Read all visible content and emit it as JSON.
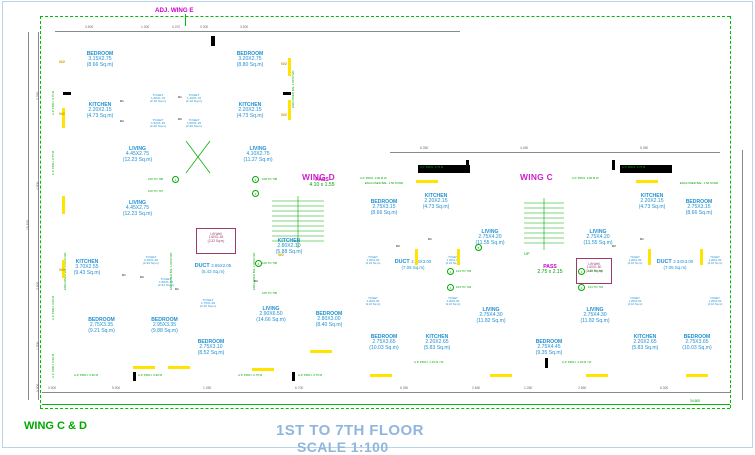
{
  "drawing": {
    "sheet_title": "1ST TO 7TH FLOOR",
    "sheet_scale": "SCALE 1:100",
    "wing_label_bottom": "WING C & D",
    "adjacent_wing": "ADJ. WING E",
    "wing_c": "WING C",
    "wing_d": "WING D",
    "overall_width": "34.600",
    "overall_height": "18.400"
  },
  "rooms": [
    {
      "id": "d-bed-1",
      "name": "BEDROOM",
      "size": "3.15X2.75",
      "area": "(8.66 Sq.m)"
    },
    {
      "id": "d-kit-1",
      "name": "KITCHEN",
      "size": "2.20X2.15",
      "area": "(4.73 Sq.m)"
    },
    {
      "id": "d-bed-2",
      "name": "BEDROOM",
      "size": "3.20X2.75",
      "area": "(8.80 Sq.m)"
    },
    {
      "id": "d-kit-2",
      "name": "KITCHEN",
      "size": "2.20X2.15",
      "area": "(4.73 Sq.m)"
    },
    {
      "id": "d-liv-1",
      "name": "LIVING",
      "size": "4.45X2.75",
      "area": "(12.23 Sq.m)"
    },
    {
      "id": "d-liv-2",
      "name": "LIVING",
      "size": "4.10X2.75",
      "area": "(11.27 Sq.m)"
    },
    {
      "id": "d-liv-3",
      "name": "LIVING",
      "size": "4.45X2.75",
      "area": "(12.23 Sq.m)"
    },
    {
      "id": "d-kit-3",
      "name": "KITCHEN",
      "size": "3.70X2.55",
      "area": "(9.43 Sq.m)"
    },
    {
      "id": "d-bed-3",
      "name": "BEDROOM",
      "size": "2.75X3.35",
      "area": "(9.21 Sq.m)"
    },
    {
      "id": "d-bed-4",
      "name": "BEDROOM",
      "size": "2.95X3.35",
      "area": "(9.88 Sq.m)"
    },
    {
      "id": "d-bed-5",
      "name": "BEDROOM",
      "size": "2.75X3.10",
      "area": "(8.52 Sq.m)"
    },
    {
      "id": "d-kit-4",
      "name": "KITCHEN",
      "size": "2.80X2.10",
      "area": "(5.88 Sq.m)"
    },
    {
      "id": "d-liv-4",
      "name": "LIVING",
      "size": "2.90X6.50",
      "area": "(14.66 Sq.m)"
    },
    {
      "id": "d-bed-6",
      "name": "BEDROOM",
      "size": "2.80X3.00",
      "area": "(8.40 Sq.m)"
    },
    {
      "id": "d-duct",
      "name": "DUCT",
      "size": "2.65X2.05",
      "area": "(5.43 Sq.m)"
    },
    {
      "id": "d-pass",
      "name": "PASS",
      "size": "4.10 x 1.55",
      "area": ""
    },
    {
      "id": "d-lift",
      "name": "Lift Well",
      "size": "1.60X1.45",
      "area": "(2.32 Sq.m)"
    },
    {
      "id": "c-bed-1",
      "name": "BEDROOM",
      "size": "2.75X3.15",
      "area": "(8.66 Sq.m)"
    },
    {
      "id": "c-kit-1",
      "name": "KITCHEN",
      "size": "2.20X2.15",
      "area": "(4.73 Sq.m)"
    },
    {
      "id": "c-liv-1",
      "name": "LIVING",
      "size": "2.75X4.20",
      "area": "(11.55 Sq.m)"
    },
    {
      "id": "c-duct-1",
      "name": "DUCT",
      "size": "2.34X3.00",
      "area": "(7.05 Sq.m)"
    },
    {
      "id": "c-pass",
      "name": "PASS",
      "size": "2.75 x 2.15",
      "area": ""
    },
    {
      "id": "c-liv-2",
      "name": "LIVING",
      "size": "2.75X4.20",
      "area": "(11.55 Sq.m)"
    },
    {
      "id": "c-kit-2",
      "name": "KITCHEN",
      "size": "2.20X2.15",
      "area": "(4.73 Sq.m)"
    },
    {
      "id": "c-bed-2",
      "name": "BEDROOM",
      "size": "2.75X3.15",
      "area": "(8.66 Sq.m)"
    },
    {
      "id": "c-duct-2",
      "name": "DUCT",
      "size": "2.34X3.00",
      "area": "(7.05 Sq.m)"
    },
    {
      "id": "c-bed-3",
      "name": "BEDROOM",
      "size": "2.75X3.65",
      "area": "(10.03 Sq.m)"
    },
    {
      "id": "c-kit-3",
      "name": "KITCHEN",
      "size": "2.20X2.65",
      "area": "(5.83 Sq.m)"
    },
    {
      "id": "c-liv-3",
      "name": "LIVING",
      "size": "2.75X4.30",
      "area": "(11.82 Sq.m)"
    },
    {
      "id": "c-bed-4",
      "name": "BEDROOM",
      "size": "2.75X4.45",
      "area": "(9.35 Sq.m)"
    },
    {
      "id": "c-liv-4",
      "name": "LIVING",
      "size": "2.75X4.30",
      "area": "(11.82 Sq.m)"
    },
    {
      "id": "c-kit-4",
      "name": "KITCHEN",
      "size": "2.20X2.65",
      "area": "(5.83 Sq.m)"
    },
    {
      "id": "c-bed-5",
      "name": "BEDROOM",
      "size": "2.75X3.65",
      "area": "(10.03 Sq.m)"
    },
    {
      "id": "c-lift",
      "name": "Lift Well",
      "size": "1.60X1.50",
      "area": "(2.40 Sq.m)"
    }
  ],
  "toilets": [
    {
      "id": "t1",
      "name": "TOILET",
      "size": "1.20X1.70",
      "area": "(2.10 Sq.m)"
    },
    {
      "id": "t2",
      "name": "TOILET",
      "size": "1.20X1.70",
      "area": "(2.10 Sq.m)"
    },
    {
      "id": "t3",
      "name": "TOILET",
      "size": "1.52X1.15",
      "area": "(2.40 Sq.m)"
    },
    {
      "id": "t4",
      "name": "TOILET",
      "size": "1.50X1.15",
      "area": "(2.26 Sq.m)"
    },
    {
      "id": "t5",
      "name": "TOILET",
      "size": "2.45X1.20",
      "area": "(2.94 Sq.m)"
    },
    {
      "id": "t6",
      "name": "TOILET",
      "size": "1.50X1.20",
      "area": "(2.34 Sq.m)"
    },
    {
      "id": "t7",
      "name": "TOILET",
      "size": "1.75X1.20",
      "area": "(2.10 Sq.m)"
    },
    {
      "id": "t8",
      "name": "TOILET",
      "size": "1.50X1.15",
      "area": "(2.10 Sq.m)"
    },
    {
      "id": "t9",
      "name": "TOILET",
      "size": "1.20X1.60",
      "area": "(2.16 Sq.m)"
    },
    {
      "id": "t10",
      "name": "TOILET",
      "size": "1.20X1.60",
      "area": "(2.16 Sq.m)"
    },
    {
      "id": "t11",
      "name": "TOILET",
      "size": "1.20X1.60",
      "area": "(2.16 Sq.m)"
    },
    {
      "id": "t12",
      "name": "TOILET",
      "size": "1.20X1.60",
      "area": "(2.16 Sq.m)"
    },
    {
      "id": "t13",
      "name": "TOILET",
      "size": "1.20X1.60",
      "area": "(2.16 Sq.m)"
    },
    {
      "id": "t14",
      "name": "TOILET",
      "size": "1.20X1.60",
      "area": "(2.16 Sq.m)"
    },
    {
      "id": "t15",
      "name": "TOILET",
      "size": "1.20X1.60",
      "area": "(2.16 Sq.m)"
    },
    {
      "id": "t16",
      "name": "TOILET",
      "size": "1.20X1.60",
      "area": "(2.16 Sq.m)"
    }
  ],
  "projection_notes": [
    {
      "id": "pn1",
      "text": "A.P. PROJ. 0.90 M"
    },
    {
      "id": "pn2",
      "text": "A.P. PROJ. 0.90 M"
    },
    {
      "id": "pn3",
      "text": "A.P. PROJ. 0.75 M"
    },
    {
      "id": "pn4",
      "text": "A.P. PROJ. 0.75 M"
    },
    {
      "id": "pn5",
      "text": "A.P. PROJ. 1.15 M / W"
    },
    {
      "id": "pn6",
      "text": "A.P. PROJ. 1.15 M / W"
    },
    {
      "id": "pn7",
      "text": "A.P. PROJ. 0.75 M"
    },
    {
      "id": "pn8",
      "text": "A.P. PROJ. 0.75 M"
    },
    {
      "id": "pn9",
      "text": "A.P. PROJ. 0.90 M W"
    },
    {
      "id": "pn10",
      "text": "A.P. PROJ. 0.90 M W"
    },
    {
      "id": "pn11",
      "text": "A.P. PROJ. 0.75 M"
    },
    {
      "id": "pn12",
      "text": "A.P. PROJ. 0.75 M"
    }
  ],
  "vertical_notes": [
    {
      "id": "vn1",
      "text": "A.P. PROJ. 0.75 M"
    },
    {
      "id": "vn2",
      "text": "A.P. PROJ. 0.75 M"
    },
    {
      "id": "vn3",
      "text": "A.P. PROJ. 0.90 M"
    },
    {
      "id": "vn4",
      "text": "A.P. PROJ. 0.90 M"
    },
    {
      "id": "vn5",
      "text": "ENCLOSED BAL 1.00 M WD"
    },
    {
      "id": "vn6",
      "text": "ENCLOSED BAL 1.00 M WD"
    },
    {
      "id": "vn7",
      "text": "ENCLOSED BAL 1.00 M WD"
    },
    {
      "id": "vn8",
      "text": "ENCLOSED BAL 1.00 M WD"
    }
  ],
  "balcony_notes": [
    {
      "id": "bn1",
      "text": "ENCLOSED BAL. 1.50 M WD"
    },
    {
      "id": "bn2",
      "text": "ENCLOSED BAL. 1.50 M WD"
    }
  ],
  "level_tags": [
    {
      "id": "lt1",
      "text": "100 TO 707"
    },
    {
      "id": "lt2",
      "text": "106 TO 706"
    },
    {
      "id": "lt3",
      "text": "108 TO 708"
    },
    {
      "id": "lt4",
      "text": "100 TO 705"
    },
    {
      "id": "lt5",
      "text": "105 TO 705"
    },
    {
      "id": "lt6",
      "text": "104 TO 704"
    },
    {
      "id": "lt7",
      "text": "103 TO 703"
    },
    {
      "id": "lt8",
      "text": "102 TO 702"
    },
    {
      "id": "lt9",
      "text": "101 TO 701"
    },
    {
      "id": "lt10",
      "text": "106 TO 706"
    },
    {
      "id": "lt11",
      "text": "102 TO 702"
    },
    {
      "id": "lt12",
      "text": "101 TO 701"
    }
  ],
  "misc_labels": [
    {
      "id": "ml-up",
      "text": "UP"
    },
    {
      "id": "ml-dn",
      "text": "DN"
    }
  ],
  "dims_top": [
    "1.300",
    "0.370",
    "0.300",
    "3.500"
  ],
  "dims_bottom_left": [
    "0.900",
    "5.900",
    "1.050",
    "6.700"
  ],
  "dims_bottom_right": [
    "6.350",
    "2.650",
    "1.050",
    "2.650",
    "6.300"
  ],
  "dims_bottom_total": "34.600",
  "dims_left": [
    "3.250",
    "4.500",
    "2.800",
    "1.500",
    "0.900"
  ],
  "dims_left_total": "18.400",
  "dims_right": [
    "3.250",
    "4.500",
    "2.800"
  ],
  "dims_top_right": [
    "6.350",
    "4.450",
    "5.350"
  ],
  "door_tags": [
    {
      "id": "dt1",
      "text": "D1"
    },
    {
      "id": "dt2",
      "text": "D2"
    },
    {
      "id": "dt3",
      "text": "D1"
    },
    {
      "id": "dt4",
      "text": "D2"
    },
    {
      "id": "dt5",
      "text": "D1"
    },
    {
      "id": "dt6",
      "text": "D2"
    },
    {
      "id": "dt7",
      "text": "D1"
    },
    {
      "id": "dt8",
      "text": "D2"
    },
    {
      "id": "dt9",
      "text": "D1"
    },
    {
      "id": "dt10",
      "text": "D2"
    },
    {
      "id": "dt11",
      "text": "D1"
    },
    {
      "id": "dt12",
      "text": "D2"
    }
  ],
  "wall_tags": [
    {
      "id": "wt1",
      "text": "W2"
    },
    {
      "id": "wt2",
      "text": "W2"
    },
    {
      "id": "wt3",
      "text": "W2"
    },
    {
      "id": "wt4",
      "text": "W2"
    },
    {
      "id": "wt5",
      "text": "W2"
    },
    {
      "id": "wt6",
      "text": "W2"
    }
  ]
}
